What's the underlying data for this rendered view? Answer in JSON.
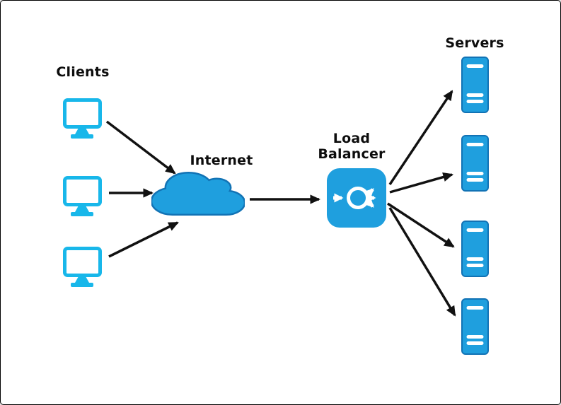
{
  "labels": {
    "clients": "Clients",
    "internet": "Internet",
    "load_balancer": "Load Balancer",
    "servers": "Servers"
  },
  "colors": {
    "client_icon_cyan": "#18B7EA",
    "node_fill_blue": "#1F9FDE",
    "node_stroke_blue": "#1273B5",
    "arrow_black": "#111111",
    "text_black": "#0D0D0D",
    "background": "#FFFFFF"
  },
  "diagram": {
    "type": "network-load-balancing-architecture",
    "nodes": [
      {
        "id": "client-1",
        "kind": "client-monitor"
      },
      {
        "id": "client-2",
        "kind": "client-monitor"
      },
      {
        "id": "client-3",
        "kind": "client-monitor"
      },
      {
        "id": "internet",
        "kind": "cloud",
        "label": "Internet"
      },
      {
        "id": "load-balancer",
        "kind": "load-balancer",
        "label": "Load Balancer"
      },
      {
        "id": "server-1",
        "kind": "server"
      },
      {
        "id": "server-2",
        "kind": "server"
      },
      {
        "id": "server-3",
        "kind": "server"
      },
      {
        "id": "server-4",
        "kind": "server"
      }
    ],
    "edges": [
      {
        "from": "client-1",
        "to": "internet"
      },
      {
        "from": "client-2",
        "to": "internet"
      },
      {
        "from": "client-3",
        "to": "internet"
      },
      {
        "from": "internet",
        "to": "load-balancer"
      },
      {
        "from": "load-balancer",
        "to": "server-1"
      },
      {
        "from": "load-balancer",
        "to": "server-2"
      },
      {
        "from": "load-balancer",
        "to": "server-3"
      },
      {
        "from": "load-balancer",
        "to": "server-4"
      }
    ]
  }
}
